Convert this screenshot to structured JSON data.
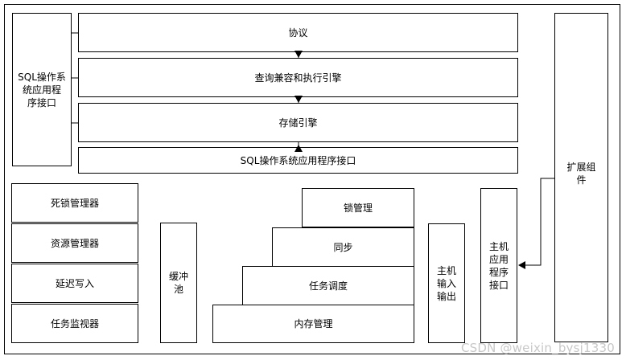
{
  "diagram": {
    "stack": {
      "protocol": "协议",
      "query_engine": "查询兼容和执行引擎",
      "storage_engine": "存储引擎",
      "sql_api": "SQL操作系统应用程序接口"
    },
    "left_api": {
      "line1": "SQL操作系",
      "line2": "统应用程",
      "line3": "序接口"
    },
    "extension": {
      "line1": "扩展组",
      "line2": "件"
    },
    "managers": [
      "死锁管理器",
      "资源管理器",
      "延迟写入",
      "任务监视器"
    ],
    "buffer_pool": {
      "line1": "缓冲",
      "line2": "池"
    },
    "staircase": {
      "lock": "锁管理",
      "sync": "同步",
      "scheduling": "任务调度",
      "memory": "内存管理"
    },
    "host_io": {
      "line1": "主机",
      "line2": "输入",
      "line3": "输出"
    },
    "host_api": {
      "line1": "主机",
      "line2": "应用",
      "line3": "程序",
      "line4": "接口"
    }
  },
  "watermark": "CSDN @weixin_bysj1330"
}
